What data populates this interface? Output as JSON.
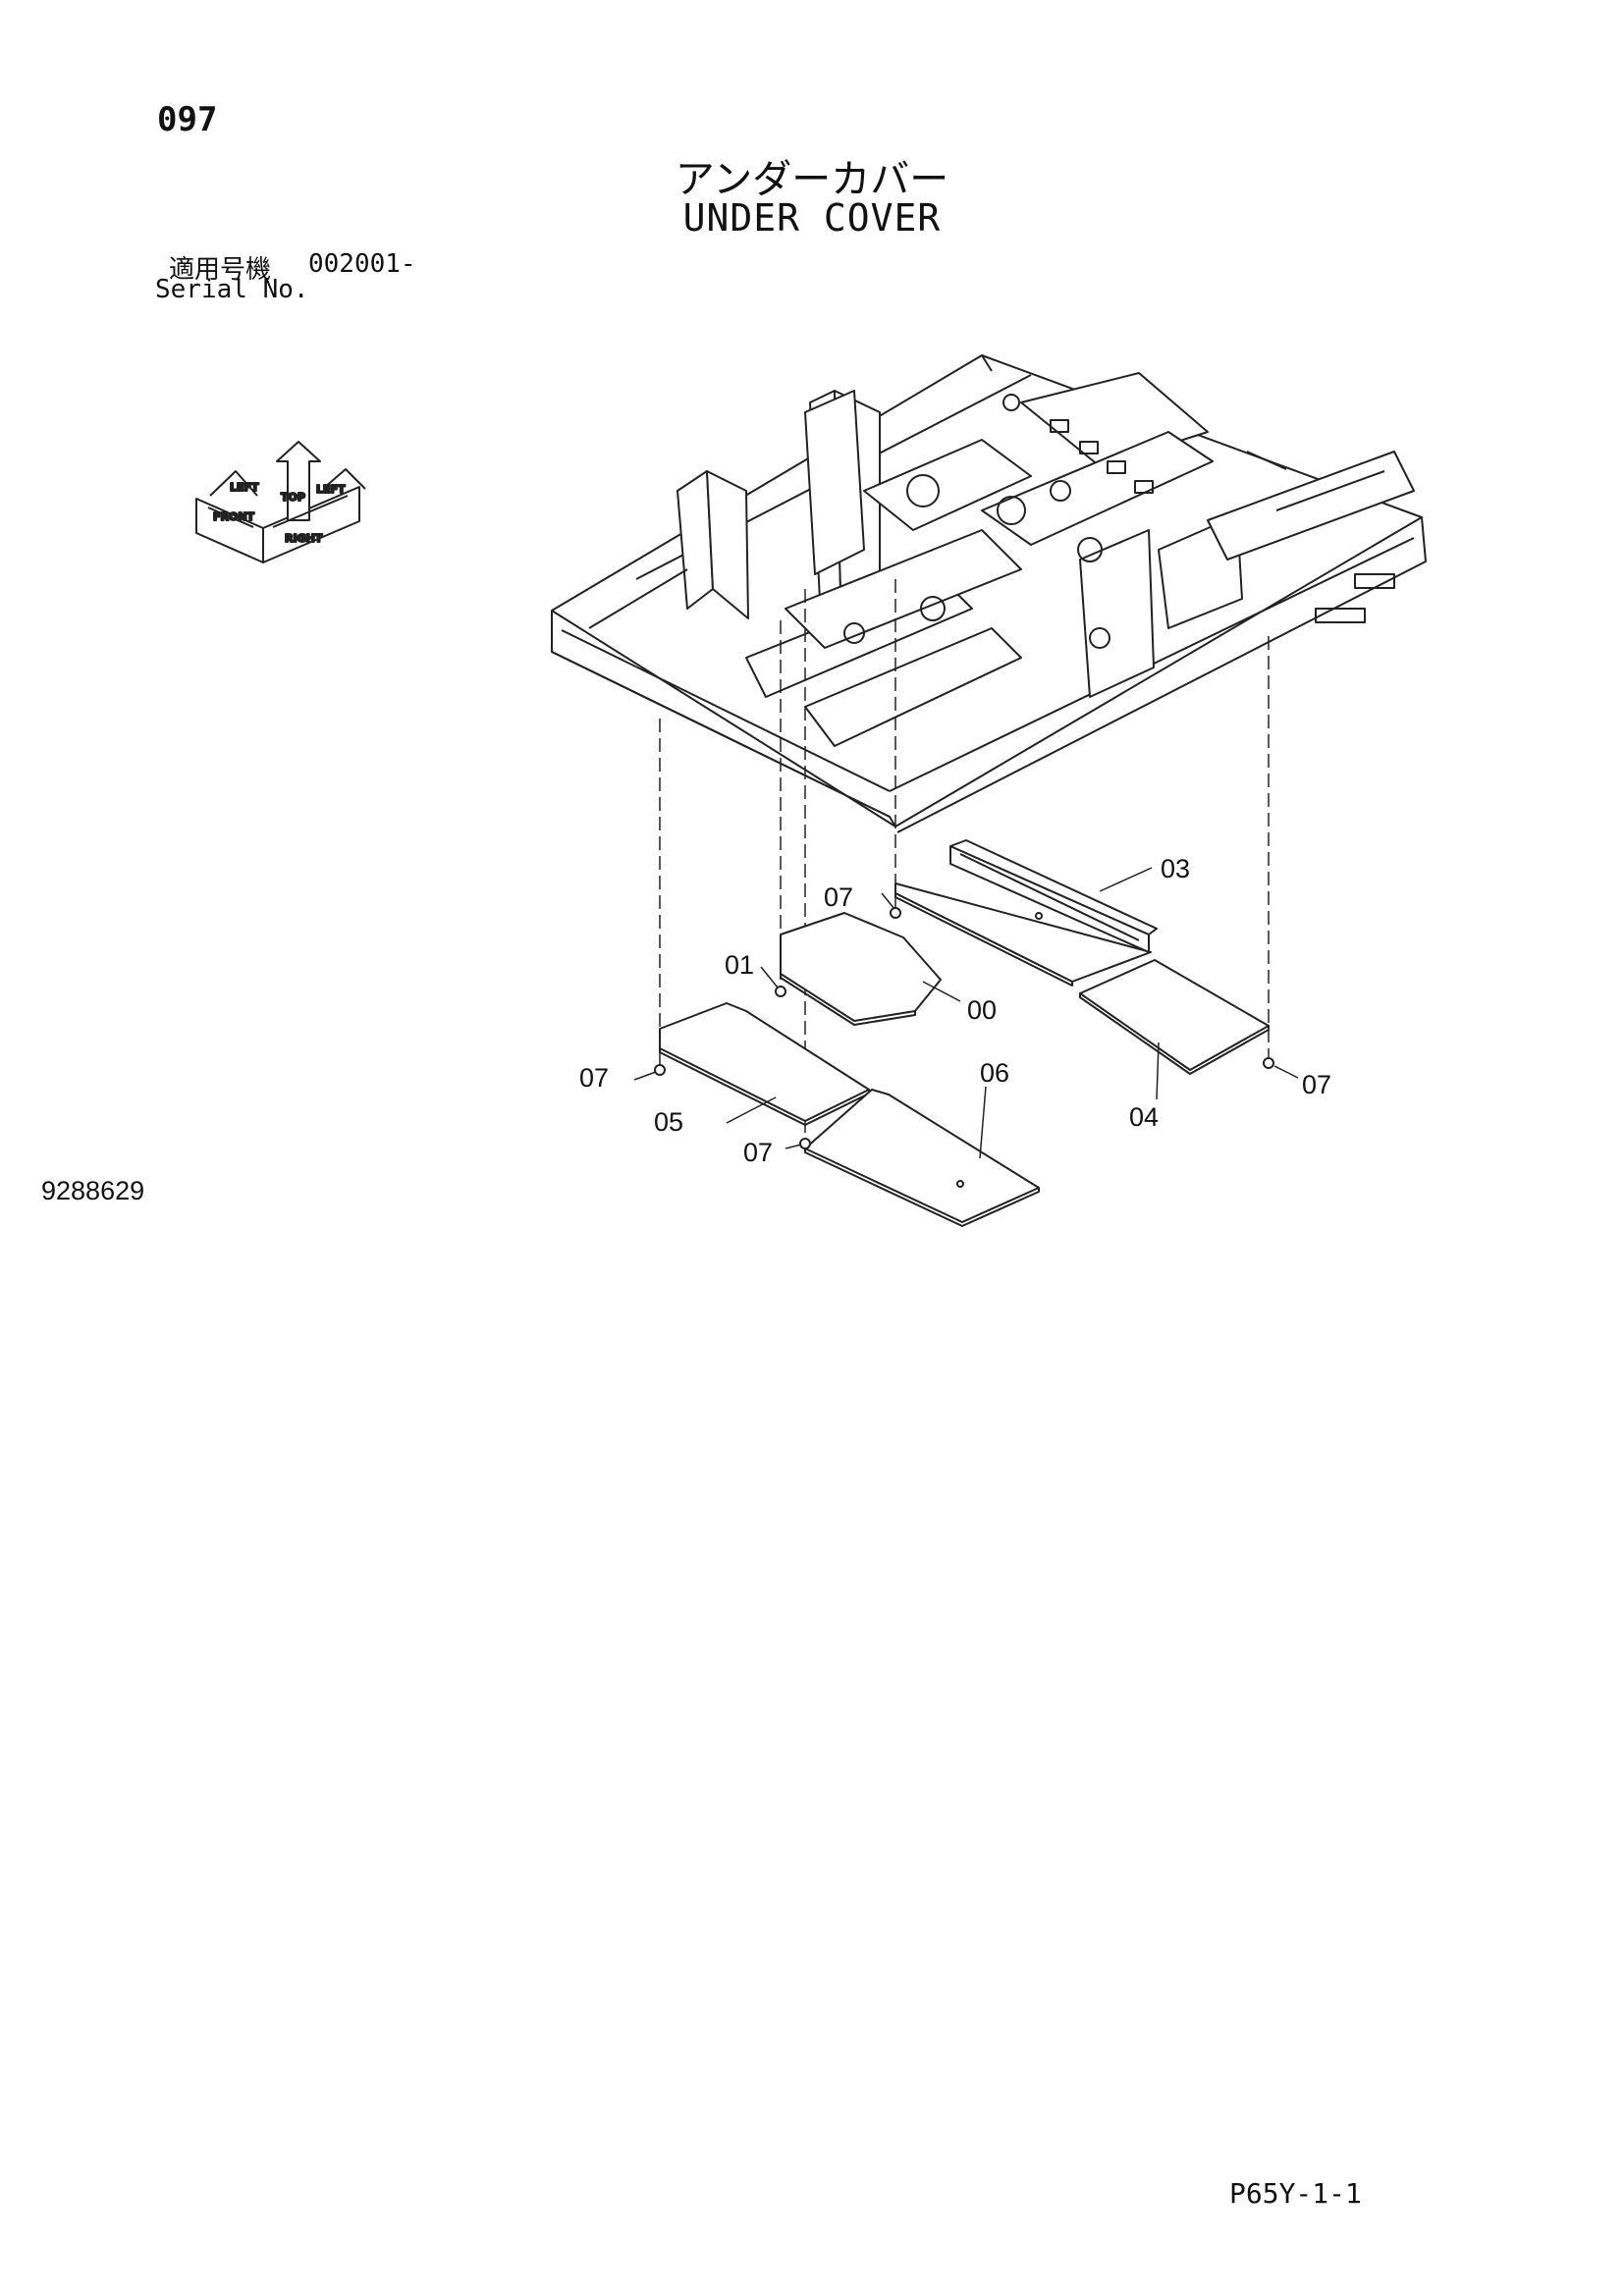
{
  "page_number": "097",
  "title_jp": "アンダーカバー",
  "title_en": "UNDER COVER",
  "serial": {
    "label_jp": "適用号機",
    "value": "002001-",
    "label_en": "Serial No."
  },
  "orientation": {
    "front": "FRONT",
    "top": "TOP",
    "right": "RIGHT",
    "left_top": "LEFT",
    "right_top": "LEFT"
  },
  "callouts": {
    "c00": "00",
    "c01": "01",
    "c03": "03",
    "c04": "04",
    "c05": "05",
    "c06": "06",
    "c07a": "07",
    "c07b": "07",
    "c07c": "07",
    "c07d": "07"
  },
  "drawing_number": "9288629",
  "page_code": "P65Y-1-1"
}
